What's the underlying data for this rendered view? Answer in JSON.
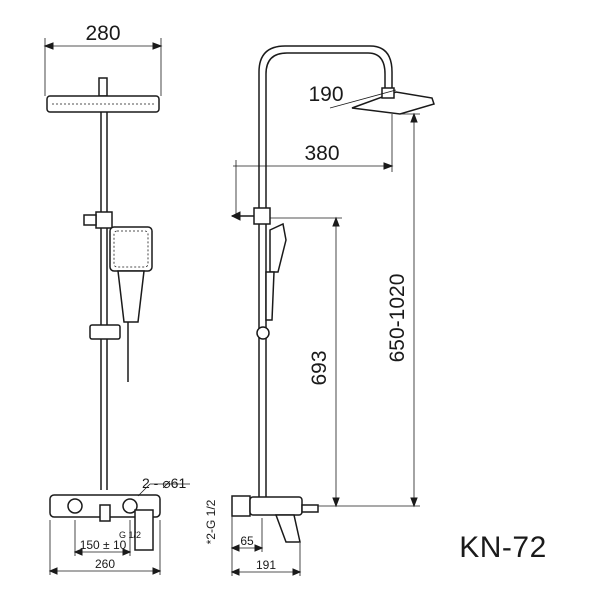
{
  "model": "KN-72",
  "front_view": {
    "head_width": "280",
    "bottom_width": "260",
    "center_distance": "150 ± 10",
    "inlet_diameter": "2 - ⌀61",
    "thread_small": "G 1/2"
  },
  "side_view": {
    "head_size": "190",
    "arm_reach": "380",
    "bar_height": "693",
    "adjust_range": "650-1020",
    "wall_thread": "*2-G 1/2",
    "depth_small": "65",
    "depth_total": "191"
  },
  "colors": {
    "line": "#1a1a1a",
    "background": "#ffffff"
  }
}
